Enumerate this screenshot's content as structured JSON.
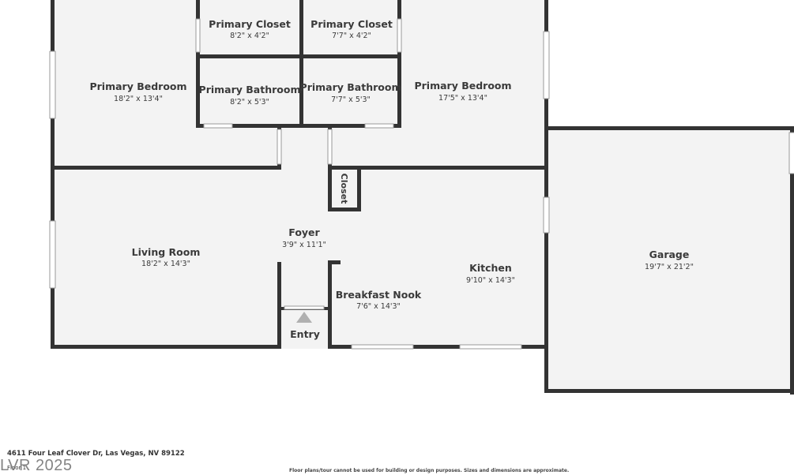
{
  "rooms": {
    "primary_bedroom_left": {
      "name": "Primary Bedroom",
      "dims": "18'2\" x 13'4\""
    },
    "primary_closet_left": {
      "name": "Primary Closet",
      "dims": "8'2\" x 4'2\""
    },
    "primary_closet_right": {
      "name": "Primary Closet",
      "dims": "7'7\" x 4'2\""
    },
    "primary_bathroom_left": {
      "name": "Primary Bathroom",
      "dims": "8'2\" x 5'3\""
    },
    "primary_bathroom_right": {
      "name": "Primary Bathroom",
      "dims": "7'7\" x 5'3\""
    },
    "primary_bedroom_right": {
      "name": "Primary Bedroom",
      "dims": "17'5\" x 13'4\""
    },
    "closet": {
      "name": "Closet"
    },
    "foyer": {
      "name": "Foyer",
      "dims": "3'9\" x 11'1\""
    },
    "living_room": {
      "name": "Living Room",
      "dims": "18'2\" x 14'3\""
    },
    "kitchen": {
      "name": "Kitchen",
      "dims": "9'10\" x 14'3\""
    },
    "breakfast_nook": {
      "name": "Breakfast Nook",
      "dims": "7'6\" x 14'3\""
    },
    "garage": {
      "name": "Garage",
      "dims": "19'7\" x 21'2\""
    },
    "entry": {
      "name": "Entry"
    }
  },
  "footer": {
    "address": "4611 Four Leaf Clover Dr, Las Vegas, NV 89122",
    "floor": "Floor 1",
    "watermark": "LVR 2025",
    "disclaimer": "Floor plans/tour cannot be used for building or design purposes. Sizes and dimensions are approximate."
  },
  "colors": {
    "wall": "#333333",
    "floor": "#f3f3f3",
    "window": "#ffffff",
    "entry_arrow": "#b0b0b0"
  }
}
